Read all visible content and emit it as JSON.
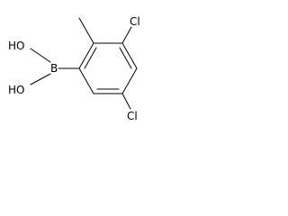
{
  "molecule": {
    "labels": {
      "hydroxyl_top": "HO",
      "boron": "B",
      "hydroxyl_bottom": "HO",
      "chlorine_3": "Cl",
      "chlorine_5": "Cl"
    },
    "colors": {
      "bond": "#000000",
      "label": "#000000",
      "background": "#ffffff"
    }
  }
}
